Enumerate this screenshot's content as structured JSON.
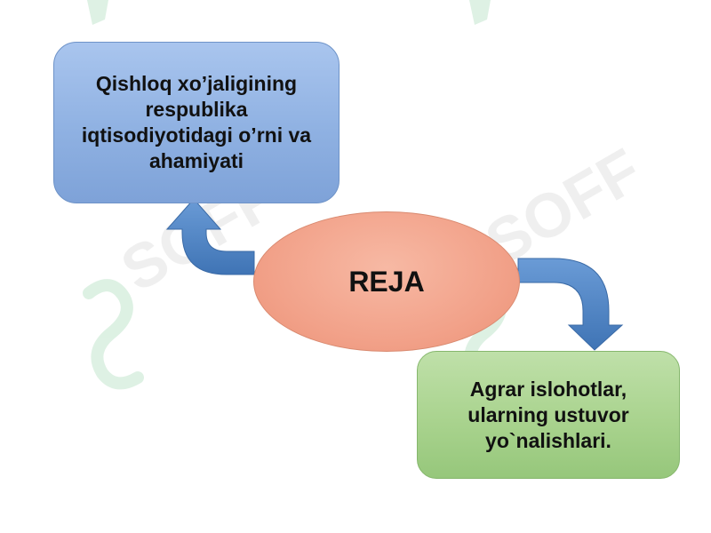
{
  "diagram": {
    "center_label": "REJA",
    "top_box_text": "Qishloq xo’jaligining\nrespublika\niqtisodiyotidagi o’rni va\nahamiyati",
    "bottom_box_text": "Agrar islohotlar,\nularning ustuvor\nyo`nalishlari."
  },
  "watermark": {
    "text": "SOFF"
  },
  "colors": {
    "top_box": "#8fb1e2",
    "bottom_box": "#a9d38e",
    "center_ellipse": "#f2a28a",
    "arrows": "#4f86c6",
    "watermark_green": "#c8e8d2",
    "watermark_gray": "#e6e6e6"
  }
}
